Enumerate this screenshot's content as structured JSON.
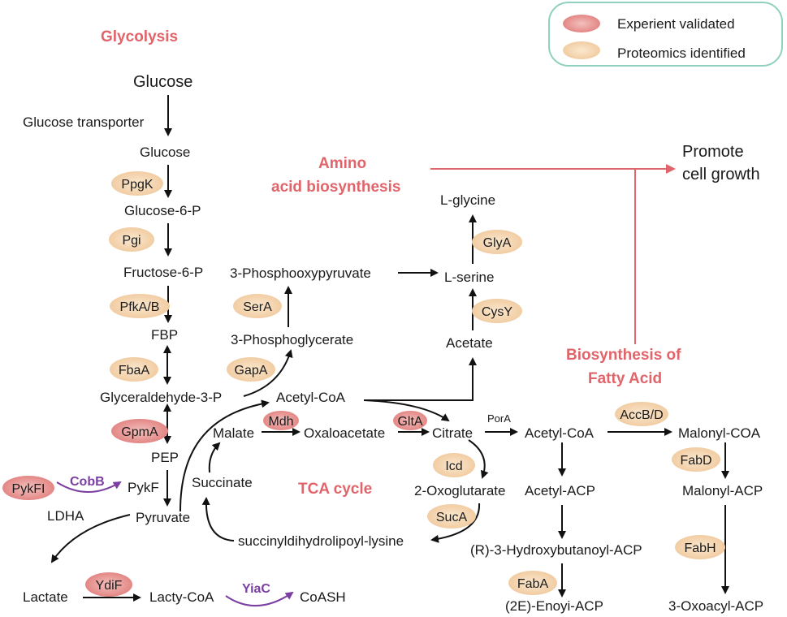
{
  "legend": {
    "experiment": "Experient validated",
    "proteomics": "Proteomics identified"
  },
  "colors": {
    "experiment": "#e8908e",
    "proteomics": "#f3d3a8",
    "section": "#e06469",
    "enzyme_purple": "#7a3fa0",
    "legend_border": "#8fd0be"
  },
  "sections": {
    "glycolysis": "Glycolysis",
    "amino_1": "Amino",
    "amino_2": "acid biosynthesis",
    "fatty_1": "Biosynthesis of",
    "fatty_2": "Fatty Acid",
    "tca": "TCA cycle"
  },
  "outcome": {
    "line1": "Promote",
    "line2": "cell growth"
  },
  "metabolites": {
    "glucose_top": "Glucose",
    "transporter": "Glucose transporter",
    "glucose": "Glucose",
    "g6p": "Glucose-6-P",
    "f6p": "Fructose-6-P",
    "fbp": "FBP",
    "g3p": "Glyceraldehyde-3-P",
    "pep": "PEP",
    "pykf": "PykF",
    "ldha": "LDHA",
    "pyruvate": "Pyruvate",
    "lactate": "Lactate",
    "lactycoa": "Lacty-CoA",
    "coash": "CoASH",
    "phosphooxypyruvate": "3-Phosphooxypyruvate",
    "phosphoglycerate": "3-Phosphoglycerate",
    "lglycine": "L-glycine",
    "lserine": "L-serine",
    "acetate": "Acetate",
    "acetylcoa1": "Acetyl-CoA",
    "malate": "Malate",
    "oxaloacetate": "Oxaloacetate",
    "citrate": "Citrate",
    "succinate": "Succinate",
    "oxoglutarate": "2-Oxoglutarate",
    "succinyl": "succinyldihydrolipoyl-lysine",
    "pora": "PorA",
    "acetylcoa2": "Acetyl-CoA",
    "malonylcoa": "Malonyl-COA",
    "acetylacp": "Acetyl-ACP",
    "malonylacp": "Malonyl-ACP",
    "hydroxy": "(R)-3-Hydroxybutanoyl-ACP",
    "enoyi": "(2E)-Enoyi-ACP",
    "oxoacyl": "3-Oxoacyl-ACP"
  },
  "enzymes": {
    "ppgk": "PpgK",
    "pgi": "Pgi",
    "pfka": "PfkA/B",
    "fbaa": "FbaA",
    "gpma": "GpmA",
    "pykfi": "PykFI",
    "cobb": "CobB",
    "ydif": "YdiF",
    "yiac": "YiaC",
    "sera": "SerA",
    "gapa": "GapA",
    "glya": "GlyA",
    "cysy": "CysY",
    "mdh": "Mdh",
    "glta": "GltA",
    "icd": "Icd",
    "suca": "SucA",
    "accbd": "AccB/D",
    "fabd": "FabD",
    "fabh": "FabH",
    "faba": "FabA"
  }
}
